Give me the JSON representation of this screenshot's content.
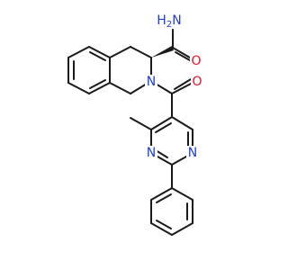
{
  "molecule": {
    "atoms": {
      "amide_n": "N",
      "amide_h2": "H",
      "amide_h_sub": "2",
      "amide_o": "O",
      "ring_n": "N",
      "acyl_o": "O",
      "pyr_n1": "N",
      "pyr_n3": "N"
    },
    "colors": {
      "bond": "#1a1a1a",
      "nitrogen": "#1f3fd0",
      "oxygen": "#e8102c",
      "background": "#ffffff"
    }
  }
}
